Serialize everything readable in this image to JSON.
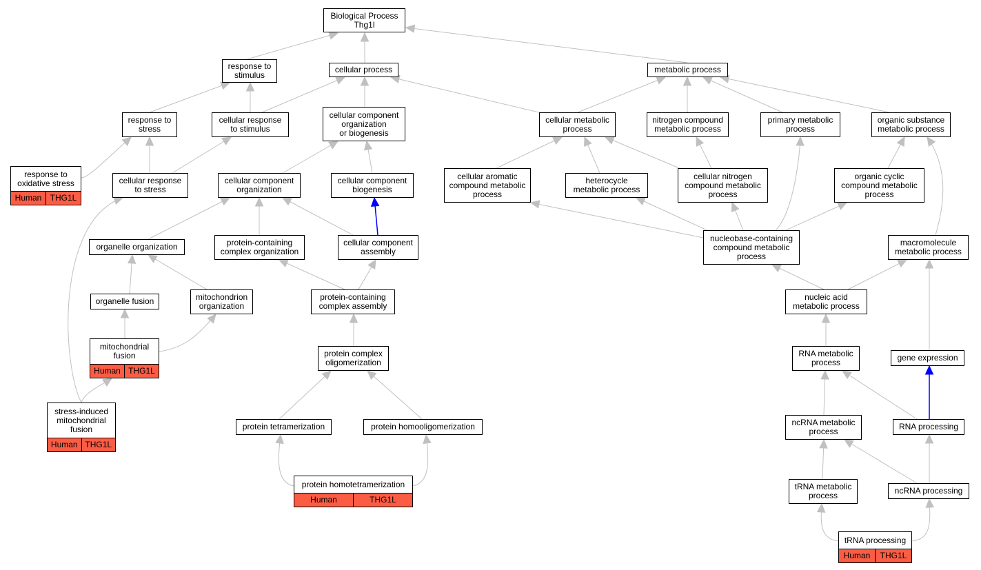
{
  "colors": {
    "edge": "#c0c0c0",
    "edge_highlight": "#0000ff",
    "annotation_fill": "#fa5c44",
    "node_border": "#000000"
  },
  "nodes": {
    "bp": {
      "label": "Biological Process\nThg1l"
    },
    "response_to_stimulus": {
      "label": "response to\nstimulus"
    },
    "cellular_process": {
      "label": "cellular process"
    },
    "metabolic_process": {
      "label": "metabolic process"
    },
    "response_to_stress": {
      "label": "response to\nstress"
    },
    "cellular_response_to_stimulus": {
      "label": "cellular response\nto stimulus"
    },
    "ccob": {
      "label": "cellular component\norganization\nor biogenesis"
    },
    "cellular_metabolic_process": {
      "label": "cellular metabolic\nprocess"
    },
    "nitrogen_compound_mp": {
      "label": "nitrogen compound\nmetabolic process"
    },
    "primary_mp": {
      "label": "primary metabolic\nprocess"
    },
    "organic_substance_mp": {
      "label": "organic substance\nmetabolic process"
    },
    "response_to_oxidative_stress": {
      "label": "response to\noxidative stress",
      "species": "Human",
      "gene": "THG1L"
    },
    "cellular_response_to_stress": {
      "label": "cellular response\nto stress"
    },
    "cc_organization": {
      "label": "cellular component\norganization"
    },
    "cc_biogenesis": {
      "label": "cellular component\nbiogenesis"
    },
    "cellular_aromatic_cmp": {
      "label": "cellular aromatic\ncompound metabolic\nprocess"
    },
    "heterocycle_mp": {
      "label": "heterocycle\nmetabolic process"
    },
    "cellular_nitrogen_cmp": {
      "label": "cellular nitrogen\ncompound metabolic\nprocess"
    },
    "organic_cyclic_cmp": {
      "label": "organic cyclic\ncompound metabolic\nprocess"
    },
    "organelle_organization": {
      "label": "organelle organization"
    },
    "pc_complex_organization": {
      "label": "protein-containing\ncomplex organization"
    },
    "cc_assembly": {
      "label": "cellular component\nassembly"
    },
    "nucleobase_cmp": {
      "label": "nucleobase-containing\ncompound metabolic\nprocess"
    },
    "macromolecule_mp": {
      "label": "macromolecule\nmetabolic process"
    },
    "organelle_fusion": {
      "label": "organelle fusion"
    },
    "mitochondrion_organization": {
      "label": "mitochondrion\norganization"
    },
    "pc_complex_assembly": {
      "label": "protein-containing\ncomplex assembly"
    },
    "nucleic_acid_mp": {
      "label": "nucleic acid\nmetabolic process"
    },
    "mitochondrial_fusion": {
      "label": "mitochondrial\nfusion",
      "species": "Human",
      "gene": "THG1L"
    },
    "protein_complex_oligomerization": {
      "label": "protein complex\noligomerization"
    },
    "rna_mp": {
      "label": "RNA metabolic\nprocess"
    },
    "gene_expression": {
      "label": "gene expression"
    },
    "stress_induced_mito_fusion": {
      "label": "stress-induced\nmitochondrial\nfusion",
      "species": "Human",
      "gene": "THG1L"
    },
    "protein_tetramerization": {
      "label": "protein tetramerization"
    },
    "protein_homooligomerization": {
      "label": "protein homooligomerization"
    },
    "ncrna_mp": {
      "label": "ncRNA metabolic\nprocess"
    },
    "rna_processing": {
      "label": "RNA processing"
    },
    "protein_homotetramerization": {
      "label": "protein homotetramerization",
      "species": "Human",
      "gene": "THG1L"
    },
    "trna_mp": {
      "label": "tRNA metabolic\nprocess"
    },
    "ncrna_processing": {
      "label": "ncRNA processing"
    },
    "trna_processing": {
      "label": "tRNA processing",
      "species": "Human",
      "gene": "THG1L"
    }
  }
}
